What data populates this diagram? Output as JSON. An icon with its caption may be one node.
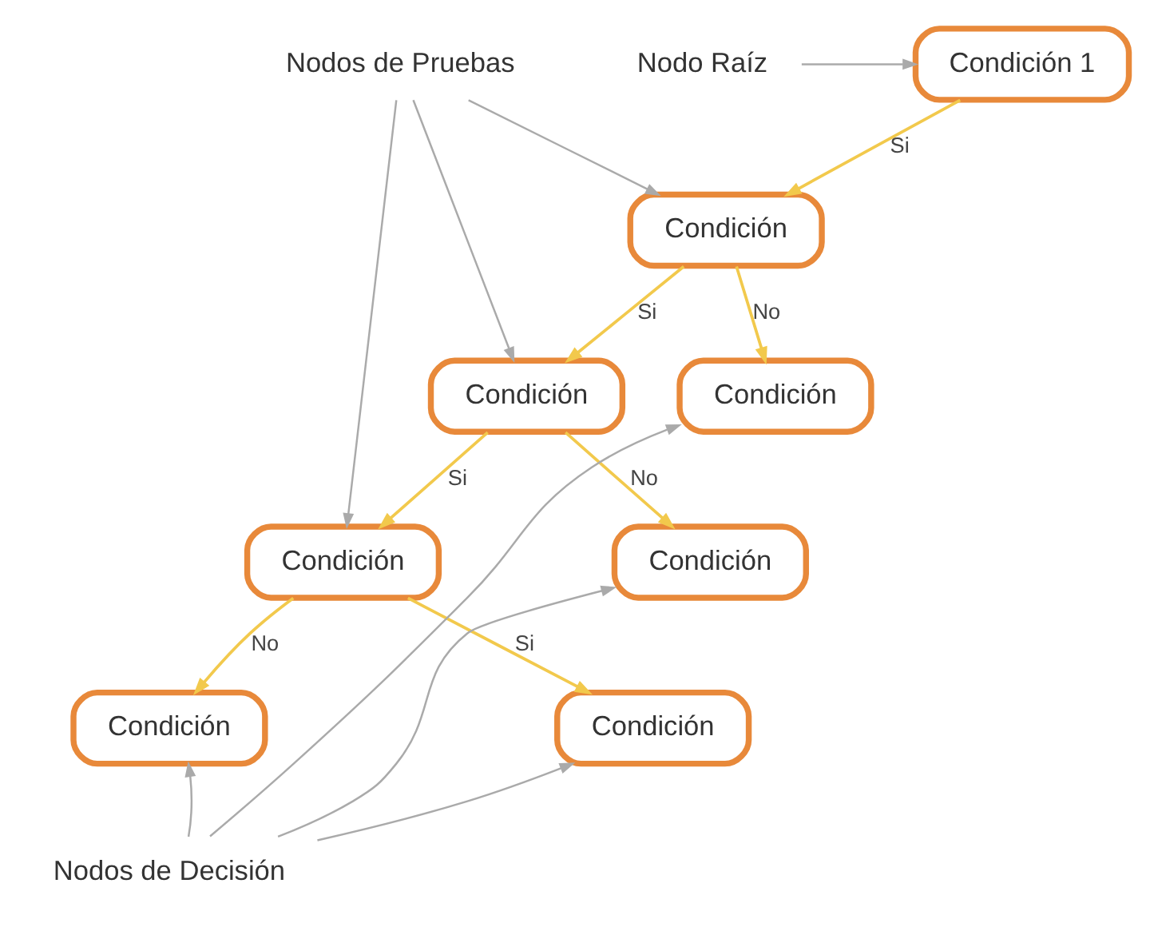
{
  "diagram": {
    "nodes": [
      {
        "text": [
          "Condición 1"
        ]
      },
      {
        "text": [
          "Nodo Raíz"
        ]
      },
      {
        "text": [
          "Nodos de Pruebas"
        ]
      },
      {
        "text": [
          "Condición"
        ]
      },
      {
        "text": [
          "Condición"
        ]
      },
      {
        "text": [
          "Condición"
        ]
      },
      {
        "text": [
          "Condición"
        ]
      },
      {
        "text": [
          "Condición"
        ]
      },
      {
        "text": [
          "Condición"
        ]
      },
      {
        "text": [
          "Condición"
        ]
      },
      {
        "text": [
          "Nodos de Decisión"
        ]
      }
    ],
    "edges": [
      {
        "from": 1,
        "to": 0,
        "arrow": "to"
      },
      {
        "from": 0,
        "to": 3,
        "label": "Si",
        "arrow": "to",
        "color": "#f2c94c"
      },
      {
        "from": 2,
        "to": 3,
        "arrow": "to"
      },
      {
        "from": 2,
        "to": 4,
        "arrow": "to"
      },
      {
        "from": 2,
        "to": 6,
        "arrow": "to"
      },
      {
        "from": 3,
        "to": 4,
        "label": "Si",
        "arrow": "to",
        "color": "#f2c94c"
      },
      {
        "from": 3,
        "to": 5,
        "label": "No",
        "arrow": "to",
        "color": "#f2c94c"
      },
      {
        "from": 4,
        "to": 6,
        "label": "Si",
        "arrow": "to",
        "color": "#f2c94c"
      },
      {
        "from": 4,
        "to": 7,
        "label": "No",
        "arrow": "to",
        "color": "#f2c94c"
      },
      {
        "from": 6,
        "to": 8,
        "label": "Si",
        "arrow": "to",
        "color": "#f2c94c"
      },
      {
        "from": 6,
        "to": 9,
        "label": "No",
        "arrow": "to",
        "color": "#f2c94c"
      },
      {
        "from": 10,
        "to": 5,
        "arrow": "to"
      },
      {
        "from": 10,
        "to": 7,
        "arrow": "to"
      },
      {
        "from": 10,
        "to": 9,
        "arrow": "to"
      },
      {
        "from": 10,
        "to": 8,
        "arrow": "to"
      }
    ]
  }
}
